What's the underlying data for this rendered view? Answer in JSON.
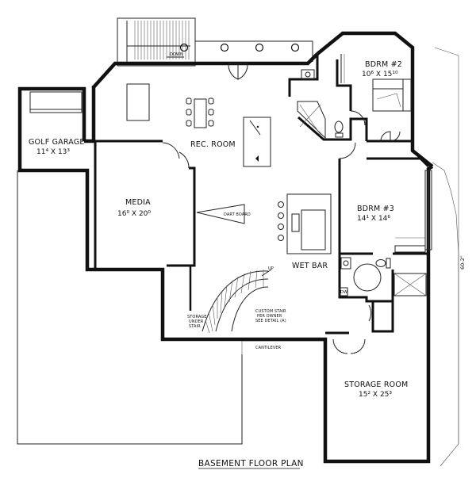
{
  "plan": {
    "title": "BASEMENT FLOOR PLAN",
    "overall_dim": "60-2\"",
    "stair_down": "DOWN",
    "stair_up": "UP",
    "cantilever": "CANTILEVER",
    "dart_board": "DART BOARD",
    "storage_under_stair": [
      "STORAGE",
      "UNDER",
      "STAIR"
    ],
    "custom_stair_note": [
      "CUSTOM STAIR",
      "PER OWNER",
      "SEE DETAIL (A)"
    ],
    "dw": "DW"
  },
  "rooms": {
    "golf_garage": {
      "name": "GOLF GARAGE",
      "dim": "11⁴ X 13³"
    },
    "rec_room": {
      "name": "REC. ROOM"
    },
    "media": {
      "name": "MEDIA",
      "dim": "16⁰ X 20⁰"
    },
    "bdrm2": {
      "name": "BDRM #2",
      "dim": "10⁶ X 15¹⁰"
    },
    "bdrm3": {
      "name": "BDRM #3",
      "dim": "14¹ X 14⁶"
    },
    "wet_bar": {
      "name": "WET BAR"
    },
    "storage_room": {
      "name": "STORAGE ROOM",
      "dim": "15² X 25³"
    }
  }
}
